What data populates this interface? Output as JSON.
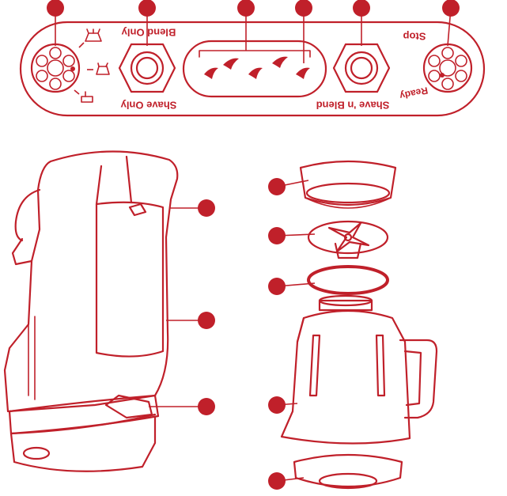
{
  "colors": {
    "line": "#c0202a",
    "background": "#ffffff"
  },
  "panel": {
    "label_blend_only": "Blend Only",
    "label_shave_only": "Shave Only",
    "label_shave_n_blend": "Shave 'n Blend",
    "label_stop": "Stop",
    "label_ready": "Ready"
  },
  "icons": {
    "knob_left": "rotary-knob-icon",
    "knob_right": "rotary-knob-icon",
    "button_blend": "hex-push-button-icon",
    "button_shave_blend": "hex-push-button-icon",
    "mode_icons": [
      "ice-shave-mode-icon",
      "blend-mode-icon",
      "pour-mode-icon"
    ],
    "blade_icons": "shaver-blade-icon"
  }
}
